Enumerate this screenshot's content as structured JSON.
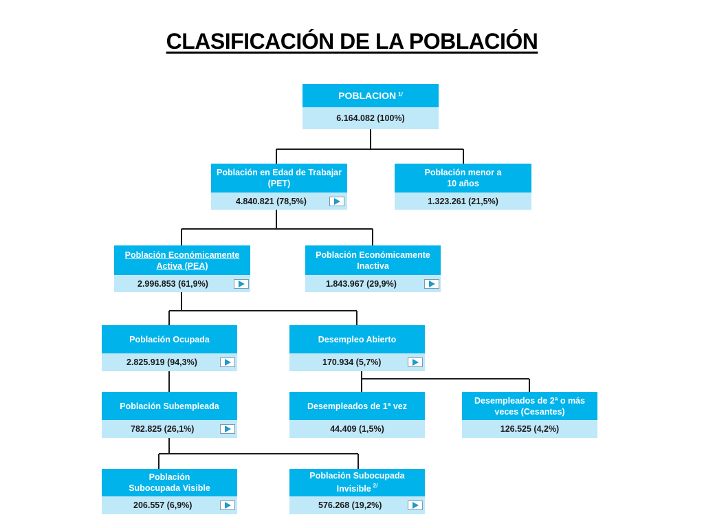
{
  "title": "CLASIFICACIÓN DE LA POBLACIÓN",
  "colors": {
    "header": "#00b3ea",
    "value_bg": "#bfe8f9",
    "connector": "#1a1a1a"
  },
  "nodes": {
    "poblacion": {
      "label": "POBLACION",
      "note": "1/",
      "value": "6.164.082 (100%)"
    },
    "pet": {
      "label": "Población en Edad de Trabajar (PET)",
      "value": "4.840.821 (78,5%)"
    },
    "menor10": {
      "label": "Población menor a 10 años",
      "value": "1.323.261 (21,5%)"
    },
    "pea": {
      "label": "Población Económicamente Activa (PEA)",
      "value": "2.996.853 (61,9%)"
    },
    "inactiva": {
      "label": "Población Económicamente Inactiva",
      "value": "1.843.967 (29,9%)"
    },
    "ocupada": {
      "label": "Población Ocupada",
      "value": "2.825.919 (94,3%)"
    },
    "desempleo": {
      "label": "Desempleo Abierto",
      "value": "170.934 (5,7%)"
    },
    "subempleada": {
      "label": "Población Subempleada",
      "value": "782.825 (26,1%)"
    },
    "desemp1": {
      "label": "Desempleados de 1ª vez",
      "value": "44.409 (1,5%)"
    },
    "cesantes": {
      "label": "Desempleados de 2ª o más veces (Cesantes)",
      "value": "126.525 (4,2%)"
    },
    "visible": {
      "label": "Población Subocupada Visible",
      "value": "206.557 (6,9%)"
    },
    "invisible": {
      "label": "Población Subocupada Invisible",
      "note": "2/",
      "value": "576.268 (19,2%)"
    }
  },
  "icons": {
    "detail_button": "play-icon"
  }
}
